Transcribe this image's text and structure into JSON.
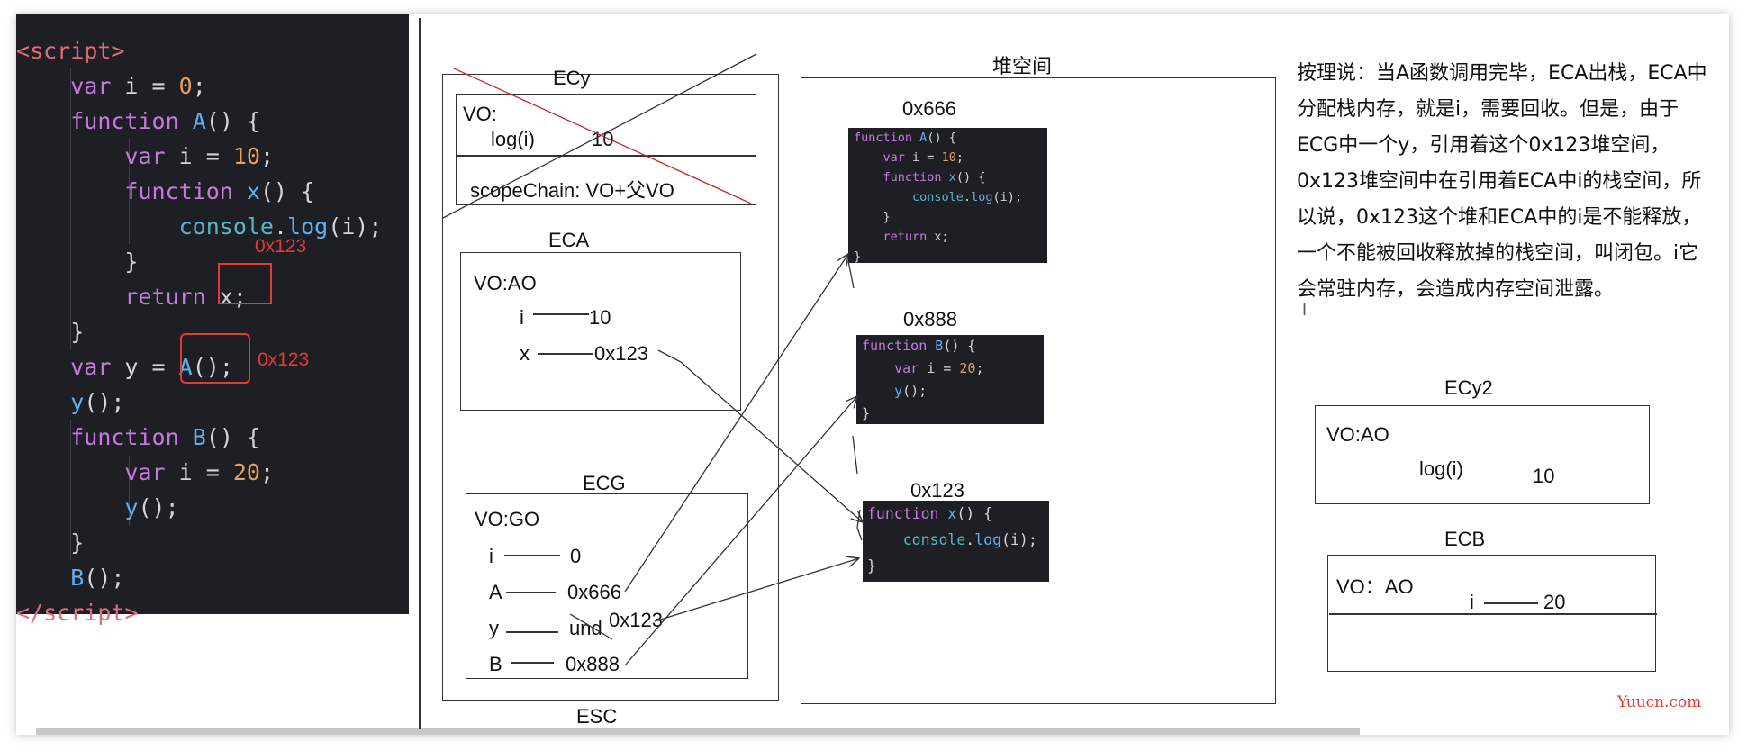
{
  "code": {
    "lines": [
      [
        [
          "tag",
          "<"
        ],
        [
          "tag",
          "script"
        ],
        [
          "tag",
          ">"
        ]
      ],
      [
        [
          "",
          "    "
        ],
        [
          "kw",
          "var"
        ],
        [
          "",
          " i "
        ],
        [
          "op",
          "="
        ],
        [
          "",
          " "
        ],
        [
          "num",
          "0"
        ],
        [
          "",
          ";"
        ]
      ],
      [
        [
          "",
          "    "
        ],
        [
          "kw",
          "function"
        ],
        [
          "",
          " "
        ],
        [
          "fn",
          "A"
        ],
        [
          "",
          "() {"
        ]
      ],
      [
        [
          "",
          "        "
        ],
        [
          "kw",
          "var"
        ],
        [
          "",
          " i "
        ],
        [
          "op",
          "="
        ],
        [
          "",
          " "
        ],
        [
          "num",
          "10"
        ],
        [
          "",
          ";"
        ]
      ],
      [
        [
          "",
          "        "
        ],
        [
          "kw",
          "function"
        ],
        [
          "",
          " "
        ],
        [
          "fn",
          "x"
        ],
        [
          "",
          "() {"
        ]
      ],
      [
        [
          "",
          "            "
        ],
        [
          "prop",
          "console"
        ],
        [
          "",
          "."
        ],
        [
          "fn",
          "log"
        ],
        [
          "",
          "(i);"
        ]
      ],
      [
        [
          "",
          "        }"
        ]
      ],
      [
        [
          "",
          "        "
        ],
        [
          "kw",
          "return"
        ],
        [
          "",
          " x;"
        ]
      ],
      [
        [
          "",
          "    }"
        ]
      ],
      [
        [
          "",
          "    "
        ],
        [
          "kw",
          "var"
        ],
        [
          "",
          " y "
        ],
        [
          "op",
          "="
        ],
        [
          "",
          " "
        ],
        [
          "fn",
          "A"
        ],
        [
          "",
          "();"
        ]
      ],
      [
        [
          "",
          "    "
        ],
        [
          "fn",
          "y"
        ],
        [
          "",
          "();"
        ]
      ],
      [
        [
          "",
          "    "
        ],
        [
          "kw",
          "function"
        ],
        [
          "",
          " "
        ],
        [
          "fn",
          "B"
        ],
        [
          "",
          "() {"
        ]
      ],
      [
        [
          "",
          "        "
        ],
        [
          "kw",
          "var"
        ],
        [
          "",
          " i "
        ],
        [
          "op",
          "="
        ],
        [
          "",
          " "
        ],
        [
          "num",
          "20"
        ],
        [
          "",
          ";"
        ]
      ],
      [
        [
          "",
          "        "
        ],
        [
          "fn",
          "y"
        ],
        [
          "",
          "();"
        ]
      ],
      [
        [
          "",
          "    }"
        ]
      ],
      [
        [
          "",
          "    "
        ],
        [
          "fn",
          "B"
        ],
        [
          "",
          "();"
        ]
      ],
      [
        [
          "tag",
          "</"
        ],
        [
          "tag",
          "script"
        ],
        [
          "tag",
          ">"
        ]
      ]
    ],
    "annotation_x": "0x123",
    "annotation_call": "0x123"
  },
  "stack": {
    "label": "ESC",
    "ecy": {
      "title": "ECy",
      "vo": "VO:",
      "log": "log(i)",
      "log_val": "10",
      "scope": "scopeChain: VO+父VO"
    },
    "eca": {
      "title": "ECA",
      "vo": "VO:AO",
      "i": "i",
      "i_val": "10",
      "x": "x",
      "x_val": "0x123"
    },
    "ecg": {
      "title": "ECG",
      "vo": "VO:GO",
      "rows": [
        {
          "name": "i",
          "val": "0"
        },
        {
          "name": "A",
          "val": "0x666"
        },
        {
          "name": "y",
          "val": "und"
        },
        {
          "name": "B",
          "val": "0x888"
        }
      ],
      "y_ref": "0x123"
    }
  },
  "heap": {
    "title": "堆空间",
    "obj_666": {
      "addr": "0x666",
      "lines": [
        [
          [
            "kw",
            "function"
          ],
          [
            "",
            " "
          ],
          [
            "fn",
            "A"
          ],
          [
            "",
            "() {"
          ]
        ],
        [
          [
            "",
            "    "
          ],
          [
            "kw",
            "var"
          ],
          [
            "",
            " i "
          ],
          [
            "op",
            "="
          ],
          [
            "",
            " "
          ],
          [
            "num",
            "10"
          ],
          [
            "",
            ";"
          ]
        ],
        [
          [
            "",
            "    "
          ],
          [
            "kw",
            "function"
          ],
          [
            "",
            " "
          ],
          [
            "fn",
            "x"
          ],
          [
            "",
            "() {"
          ]
        ],
        [
          [
            "",
            "        "
          ],
          [
            "prop",
            "console"
          ],
          [
            "",
            "."
          ],
          [
            "fn",
            "log"
          ],
          [
            "",
            "(i);"
          ]
        ],
        [
          [
            "",
            "    }"
          ]
        ],
        [
          [
            "",
            "    "
          ],
          [
            "kw",
            "return"
          ],
          [
            "",
            " x;"
          ]
        ],
        [
          [
            "",
            "}"
          ]
        ]
      ]
    },
    "obj_888": {
      "addr": "0x888",
      "lines": [
        [
          [
            "kw",
            "function"
          ],
          [
            "",
            " "
          ],
          [
            "fn",
            "B"
          ],
          [
            "",
            "() {"
          ]
        ],
        [
          [
            "",
            "    "
          ],
          [
            "kw",
            "var"
          ],
          [
            "",
            " i "
          ],
          [
            "op",
            "="
          ],
          [
            "",
            " "
          ],
          [
            "num",
            "20"
          ],
          [
            "",
            ";"
          ]
        ],
        [
          [
            "",
            "    "
          ],
          [
            "fn",
            "y"
          ],
          [
            "",
            "();"
          ]
        ],
        [
          [
            "",
            "}"
          ]
        ]
      ]
    },
    "obj_123": {
      "addr": "0x123",
      "lines": [
        [
          [
            "kw",
            "function"
          ],
          [
            "",
            " "
          ],
          [
            "fn",
            "x"
          ],
          [
            "",
            "() {"
          ]
        ],
        [
          [
            "",
            "    "
          ],
          [
            "prop",
            "console"
          ],
          [
            "",
            "."
          ],
          [
            "fn",
            "log"
          ],
          [
            "",
            "(i);"
          ]
        ],
        [
          [
            "",
            "}"
          ]
        ]
      ]
    }
  },
  "note": "按理说：当A函数调用完毕，ECA出栈，ECA中分配栈内存，就是i，需要回收。但是，由于ECG中一个y，引用着这个0x123堆空间，0x123堆空间中在引用着ECA中i的栈空间，所以说，0x123这个堆和ECA中的i是不能释放，一个不能被回收释放掉的栈空间，叫闭包。i它会常驻内存，会造成内存空间泄露。",
  "cursor": "I",
  "ecy2": {
    "title": "ECy2",
    "vo": "VO:AO",
    "log": "log(i)",
    "val": "10"
  },
  "ecb": {
    "title": "ECB",
    "vo": "VO：AO",
    "i": "i",
    "val": "20"
  },
  "watermark": "Yuucn.com"
}
